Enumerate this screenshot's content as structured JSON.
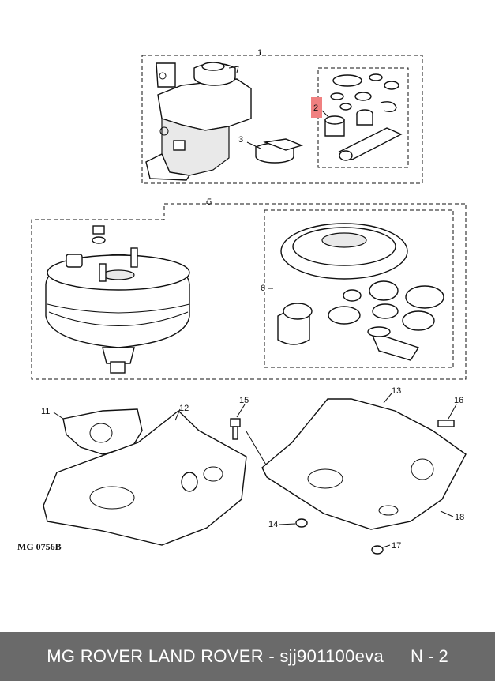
{
  "callouts": {
    "c1": "1",
    "c2": "2",
    "c3": "3",
    "c5": "5",
    "c6": "6",
    "c11": "11",
    "c12": "12",
    "c13": "13",
    "c14": "14",
    "c15": "15",
    "c16": "16",
    "c17": "17",
    "c18": "18"
  },
  "diagram_ref": "MG 0756B",
  "highlight_color": "#f08080",
  "footer": {
    "text": "MG ROVER LAND ROVER - sjj901100eva",
    "page": "N - 2"
  }
}
